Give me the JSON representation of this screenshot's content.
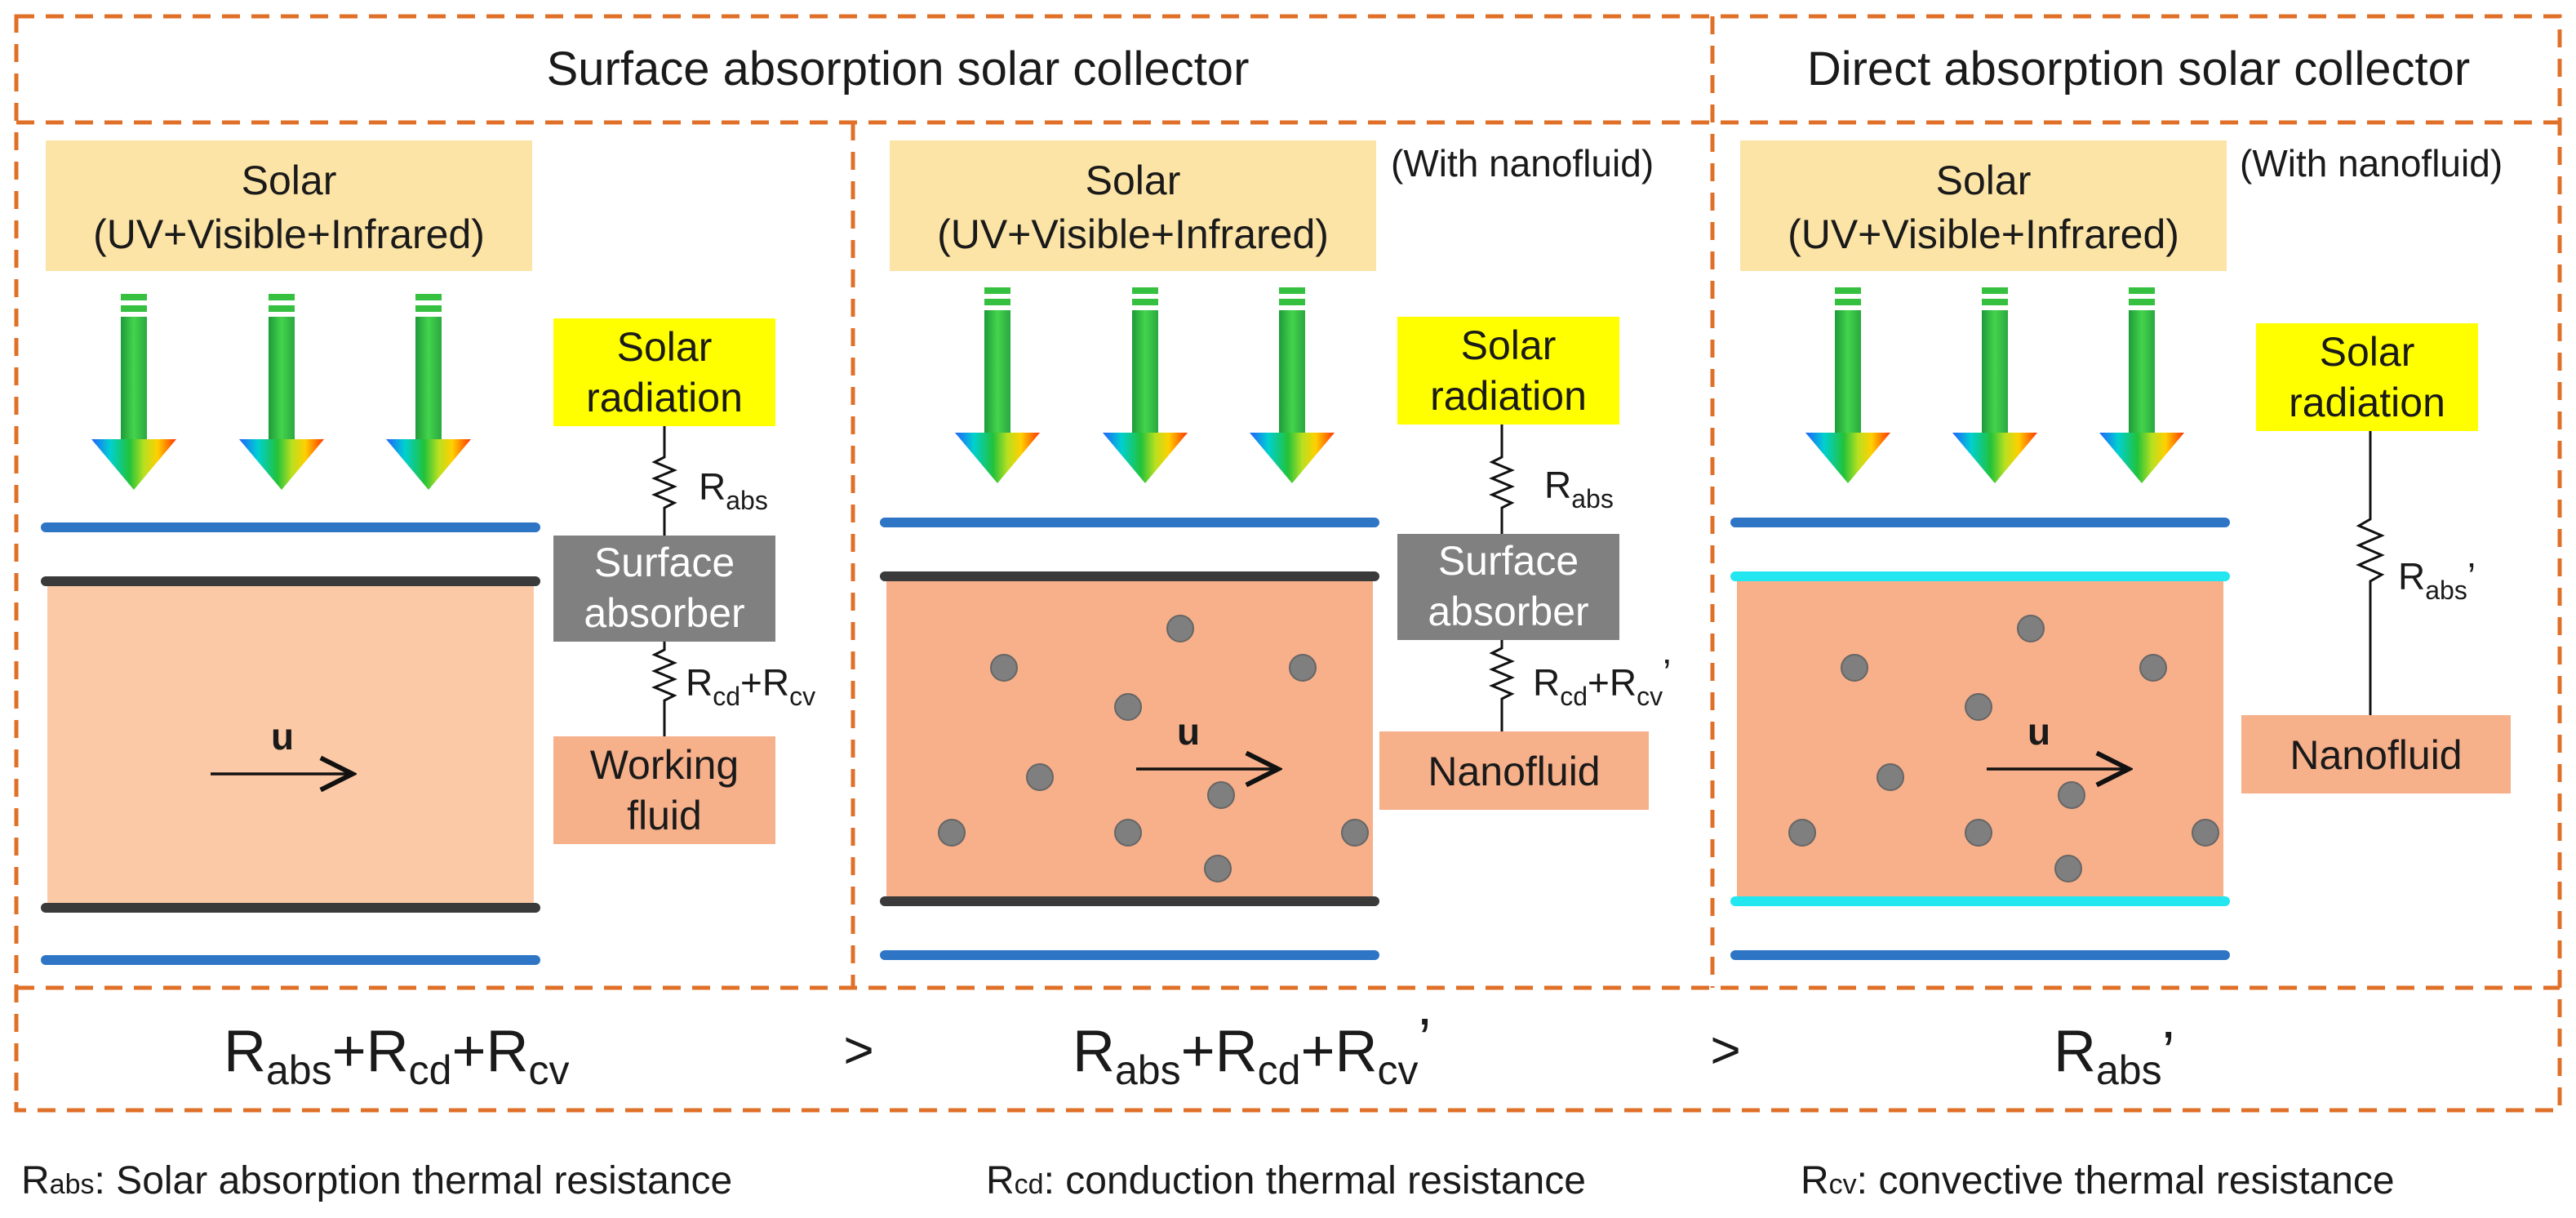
{
  "headers": {
    "surface_title": "Surface absorption solar collector",
    "direct_title": "Direct absorption solar collector"
  },
  "panels": [
    {
      "solar_line1": "Solar",
      "solar_line2": "(UV+Visible+Infrared)",
      "note": "",
      "radiation_line1": "Solar",
      "radiation_line2": "radiation",
      "resistor1": {
        "main": "R",
        "sub": "abs",
        "suffix": ""
      },
      "middle_line1": "Surface",
      "middle_line2": "absorber",
      "resistor2": {
        "parts": [
          [
            "R",
            "cd"
          ],
          [
            "+R",
            "cv"
          ]
        ],
        "suffix": ""
      },
      "bottom_line1": "Working",
      "bottom_line2": "fluid",
      "flow_label": "u"
    },
    {
      "solar_line1": "Solar",
      "solar_line2": "(UV+Visible+Infrared)",
      "note": "(With nanofluid)",
      "radiation_line1": "Solar",
      "radiation_line2": "radiation",
      "resistor1": {
        "main": "R",
        "sub": "abs",
        "suffix": ""
      },
      "middle_line1": "Surface",
      "middle_line2": "absorber",
      "resistor2": {
        "parts": [
          [
            "R",
            "cd"
          ],
          [
            "+R",
            "cv"
          ]
        ],
        "suffix": "’"
      },
      "bottom_line1": "Nanofluid",
      "bottom_line2": "",
      "flow_label": "u"
    },
    {
      "solar_line1": "Solar",
      "solar_line2": "(UV+Visible+Infrared)",
      "note": "(With nanofluid)",
      "radiation_line1": "Solar",
      "radiation_line2": "radiation",
      "resistor1": {
        "main": "R",
        "sub": "abs",
        "suffix": "’"
      },
      "bottom_line1": "Nanofluid",
      "bottom_line2": "",
      "flow_label": "u"
    }
  ],
  "comparison": {
    "expr1": [
      [
        "R",
        "abs"
      ],
      [
        "+R",
        "cd"
      ],
      [
        "+R",
        "cv"
      ]
    ],
    "gt1": ">",
    "expr2": [
      [
        "R",
        "abs"
      ],
      [
        "+R",
        "cd"
      ],
      [
        "+R",
        "cv"
      ]
    ],
    "expr2_suffix": "’",
    "gt2": ">",
    "expr3": [
      [
        "R",
        "abs"
      ]
    ],
    "expr3_suffix": "’"
  },
  "legend": [
    {
      "main": "R",
      "sub": "abs",
      "text": ": Solar absorption thermal resistance"
    },
    {
      "main": "R",
      "sub": "cd",
      "text": ": conduction thermal resistance"
    },
    {
      "main": "R",
      "sub": "cv",
      "text": ": convective thermal resistance"
    }
  ],
  "colors": {
    "frame": "#e07028",
    "solar_box": "#fce4a6",
    "radiation_box": "#ffff00",
    "absorber_box": "#808080",
    "fluid_box": "#f8b48c",
    "working_fluid_box": "#f6b08a",
    "channel_plain": "#fcc9a6",
    "channel_nano": "#f8b08a",
    "glass_line": "#2e75c6",
    "absorber_line": "#3a3a3a",
    "transparent_line": "#22e6f0",
    "particle": "#7f7f7f"
  }
}
